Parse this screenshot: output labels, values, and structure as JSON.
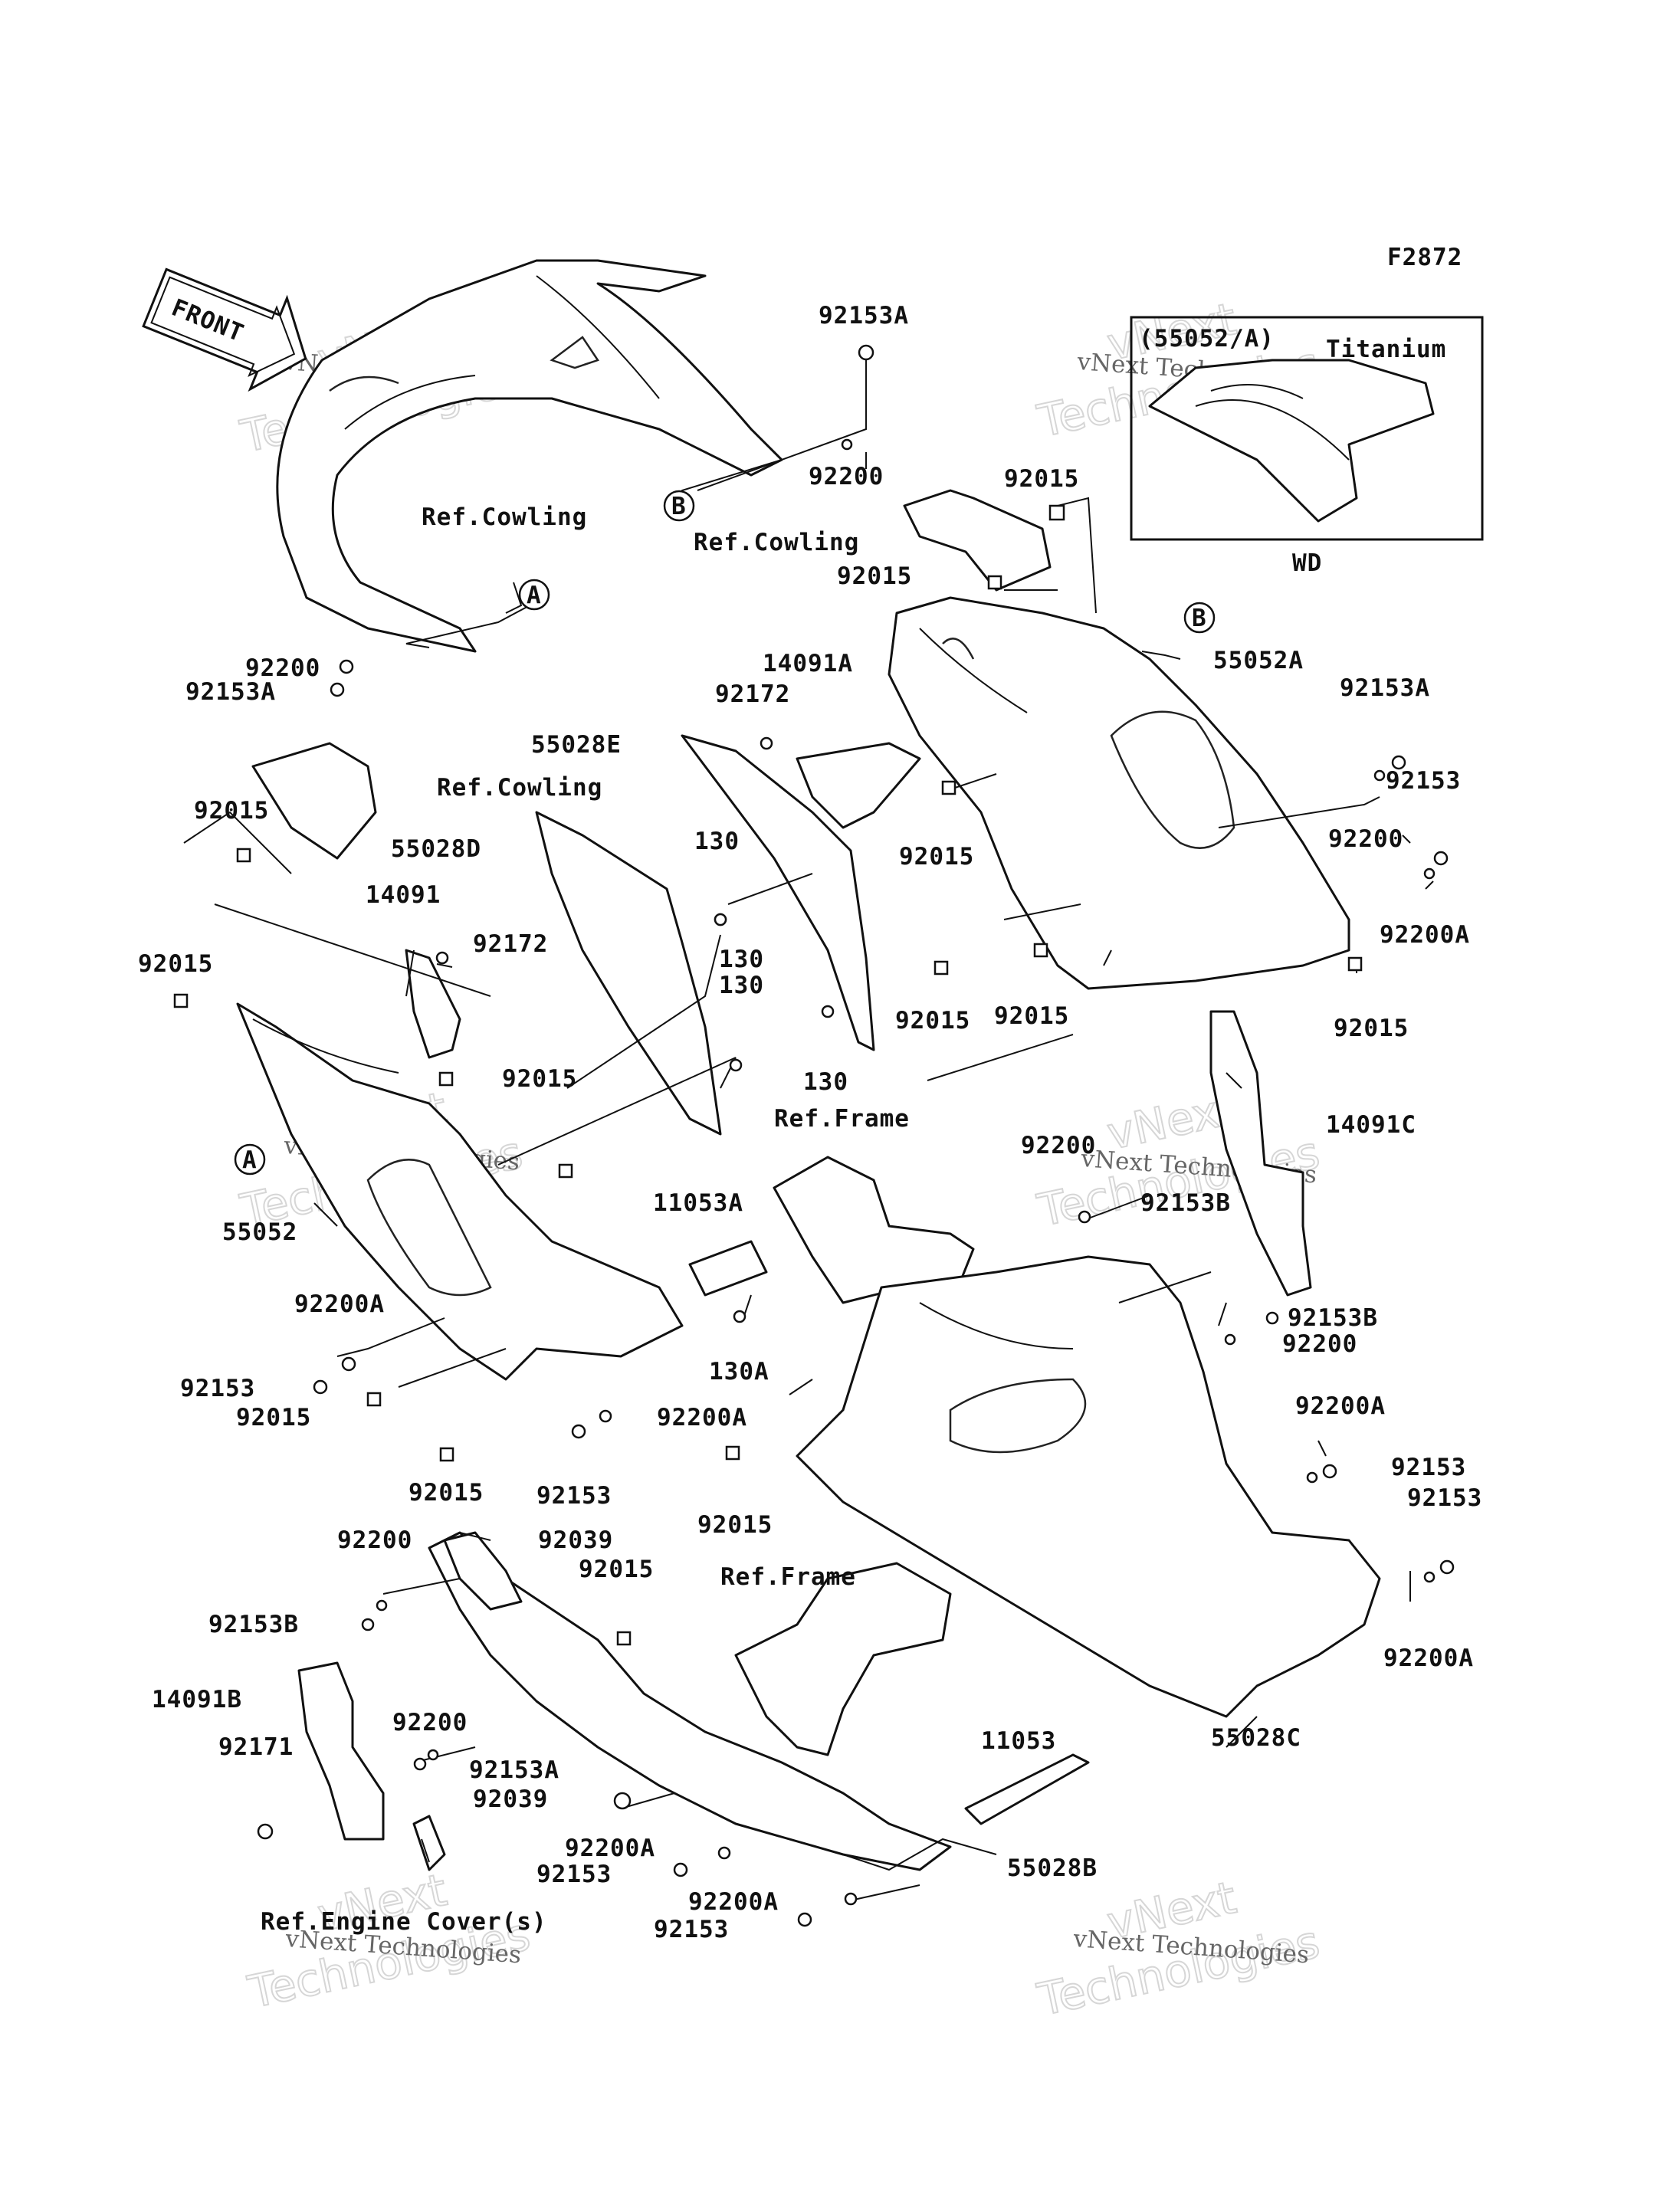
{
  "figure_code": "F2872",
  "front_badge": "FRONT",
  "inset": {
    "code": "(55052/A)",
    "material": "Titanium",
    "region": "WD"
  },
  "callout_markers": [
    "A",
    "B"
  ],
  "watermark": {
    "line1": "vNext Technologies",
    "line2": "vNext",
    "line3": "Technologies"
  },
  "labels": [
    "92153A",
    "92200",
    "Ref.Cowling",
    "92200",
    "92153A",
    "92015",
    "Ref.Cowling",
    "92015",
    "55052A",
    "92153A",
    "14091A",
    "92172",
    "55028E",
    "Ref.Cowling",
    "92015",
    "55028D",
    "130",
    "92015",
    "92153",
    "14091",
    "92172",
    "92200",
    "92200A",
    "92015",
    "130",
    "130",
    "92015",
    "92015",
    "92015",
    "130",
    "14091C",
    "Ref.Frame",
    "92015",
    "92200",
    "92153B",
    "11053A",
    "55052",
    "92200A",
    "92153",
    "92015",
    "130A",
    "92153B",
    "92200",
    "92200A",
    "92015",
    "92153",
    "92200A",
    "92153",
    "92015",
    "92153",
    "92200",
    "92039",
    "92015",
    "Ref.Frame",
    "92200A",
    "92153B",
    "14091B",
    "92200",
    "92171",
    "92153A",
    "92039",
    "11053",
    "55028C",
    "92200A",
    "92153",
    "55028B",
    "92200A",
    "92153",
    "Ref.Engine Cover(s)"
  ],
  "colors": {
    "ink": "#111111",
    "background": "#ffffff"
  }
}
